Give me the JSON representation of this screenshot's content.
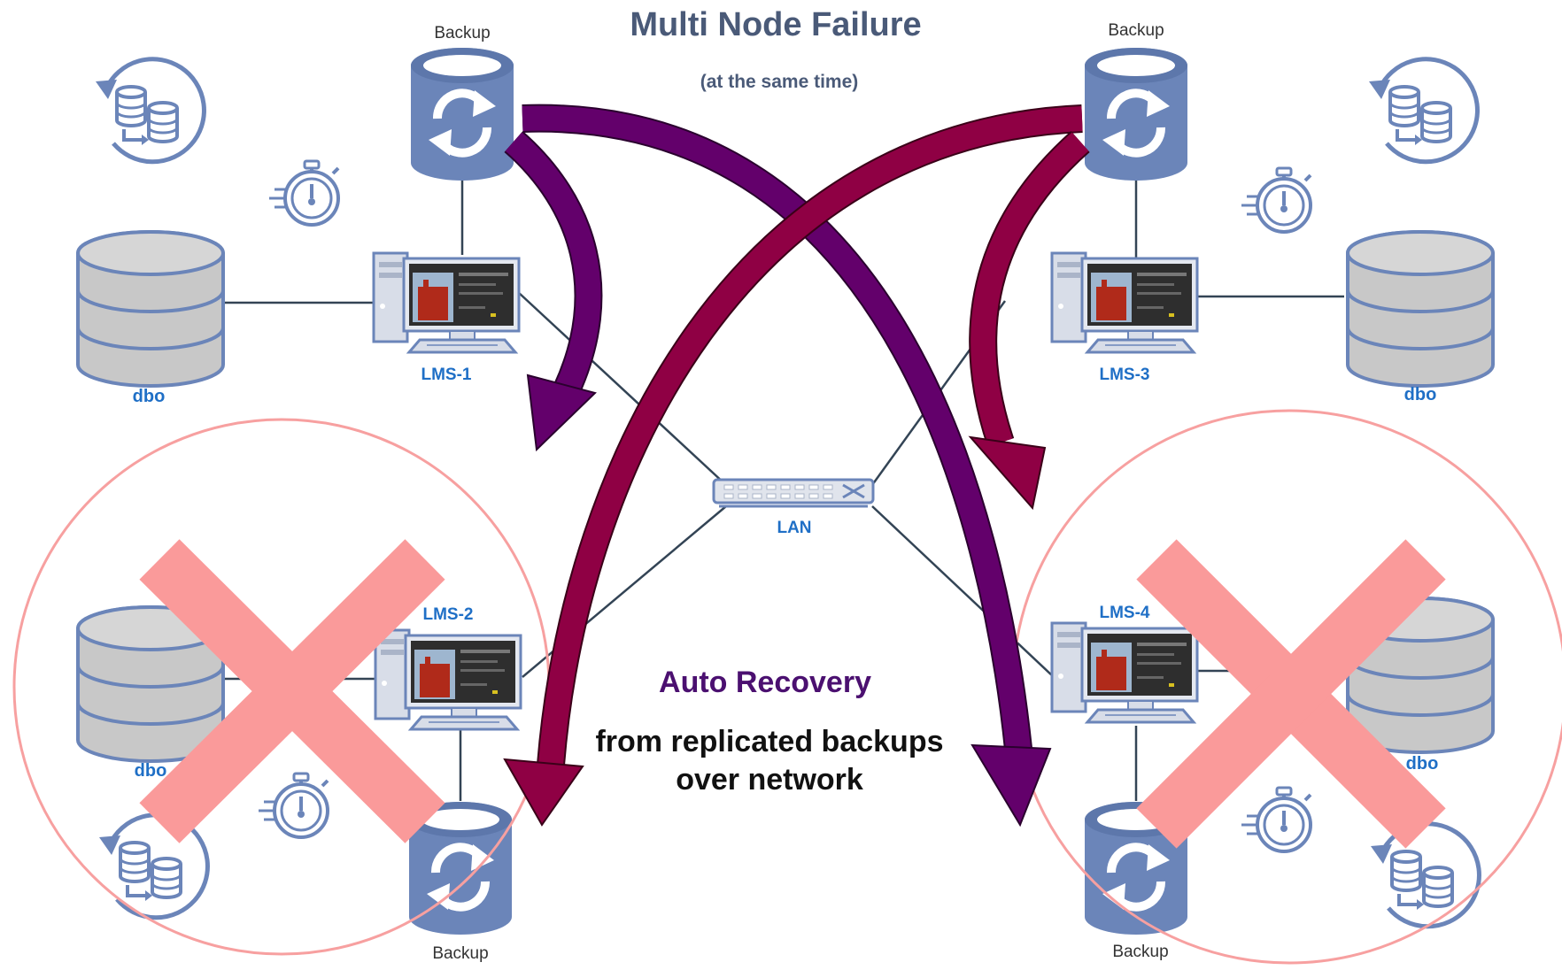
{
  "header": {
    "title": "Multi Node Failure",
    "subtitle": "(at the same time)"
  },
  "center": {
    "heading": "Auto Recovery",
    "line1": "from replicated backups",
    "line2": "over network",
    "lan_label": "LAN"
  },
  "nodes": [
    {
      "id": "lms1",
      "label": "LMS-1",
      "db_label": "dbo",
      "backup_label": "Backup",
      "failed": false
    },
    {
      "id": "lms2",
      "label": "LMS-2",
      "db_label": "dbo",
      "backup_label": "Backup",
      "failed": true
    },
    {
      "id": "lms3",
      "label": "LMS-3",
      "db_label": "dbo",
      "backup_label": "Backup",
      "failed": false
    },
    {
      "id": "lms4",
      "label": "LMS-4",
      "db_label": "dbo",
      "backup_label": "Backup",
      "failed": true
    }
  ],
  "colors": {
    "title": "#4a5a78",
    "label_blue": "#1f6fc6",
    "icon_blue": "#6b85b9",
    "db_gray": "#c8c8c8",
    "db_stroke": "#6b85b9",
    "arrow_purple": "#63006b",
    "arrow_crimson": "#8f0044",
    "failure_circle": "#f7a0a0",
    "failure_x": "#fa9a9a",
    "recovery_heading": "#4b1070",
    "line": "#334455"
  },
  "icons": [
    "database-icon",
    "backup-sync-icon",
    "computer-icon",
    "stopwatch-icon",
    "database-restore-icon",
    "network-switch-icon",
    "failure-x-icon"
  ]
}
